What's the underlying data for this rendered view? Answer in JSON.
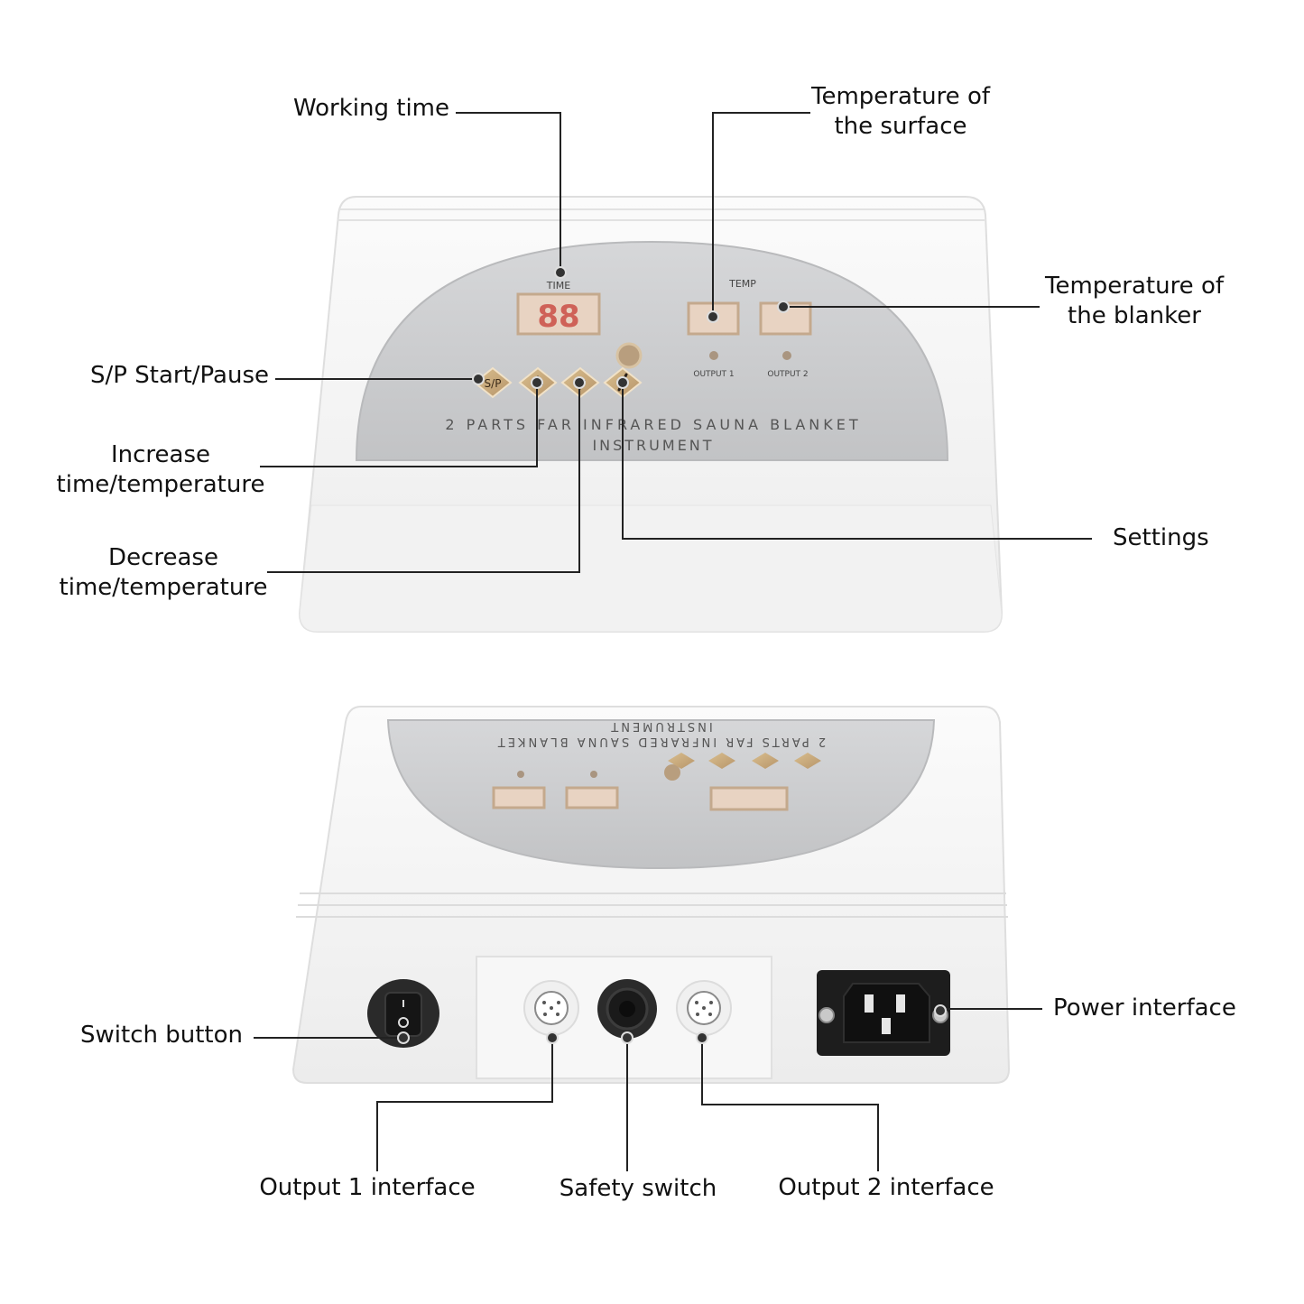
{
  "device": {
    "panel_title_line1": "2 PARTS FAR INFRARED SAUNA BLANKET",
    "panel_title_line2": "INSTRUMENT",
    "time_label": "TIME",
    "temp_label": "TEMP",
    "output1_label": "OUTPUT 1",
    "output2_label": "OUTPUT 2",
    "time_display": "88",
    "sp_button": "S/P"
  },
  "callouts": {
    "working_time": "Working time",
    "temp_surface_1": "Temperature of",
    "temp_surface_2": "the surface",
    "temp_blanker_1": "Temperature of",
    "temp_blanker_2": "the blanker",
    "sp": "S/P Start/Pause",
    "increase_1": "Increase",
    "increase_2": "time/temperature",
    "decrease_1": "Decrease",
    "decrease_2": "time/temperature",
    "settings": "Settings",
    "switch_button": "Switch button",
    "power_interface": "Power interface",
    "output1_interface": "Output 1 interface",
    "safety_switch": "Safety switch",
    "output2_interface": "Output 2 interface"
  },
  "colors": {
    "panel_gray": "#c9cacc",
    "button_gold": "#c8a877",
    "display_red": "#c45650",
    "device_body": "#f6f6f6"
  }
}
